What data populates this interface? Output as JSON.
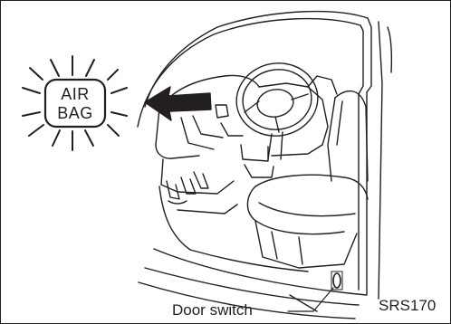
{
  "indicator": {
    "line1": "AIR",
    "line2": "BAG"
  },
  "callouts": {
    "door_switch": "Door switch"
  },
  "figure_id": "SRS170",
  "colors": {
    "ink": "#231f20",
    "background": "#ffffff"
  }
}
